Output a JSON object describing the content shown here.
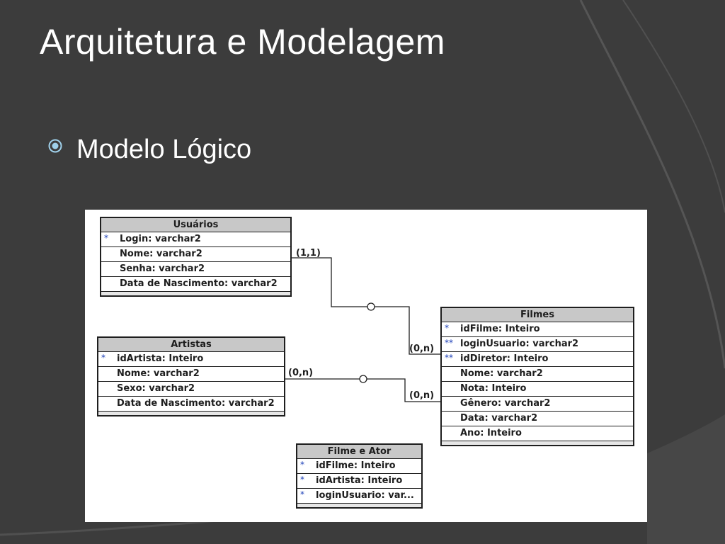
{
  "slide": {
    "title": "Arquitetura e Modelagem",
    "bullet_text": "Modelo Lógico"
  },
  "entities": {
    "usuarios": {
      "name": "Usuários",
      "rows": [
        {
          "key": "*",
          "text": "Login: varchar2"
        },
        {
          "key": "",
          "text": "Nome: varchar2"
        },
        {
          "key": "",
          "text": "Senha: varchar2"
        },
        {
          "key": "",
          "text": "Data de Nascimento: varchar2"
        }
      ]
    },
    "artistas": {
      "name": "Artistas",
      "rows": [
        {
          "key": "*",
          "text": "idArtista: Inteiro"
        },
        {
          "key": "",
          "text": "Nome: varchar2"
        },
        {
          "key": "",
          "text": "Sexo: varchar2"
        },
        {
          "key": "",
          "text": "Data de Nascimento: varchar2"
        }
      ]
    },
    "filmes": {
      "name": "Filmes",
      "rows": [
        {
          "key": "*",
          "text": "idFilme: Inteiro"
        },
        {
          "key": "**",
          "text": "loginUsuario: varchar2"
        },
        {
          "key": "**",
          "text": "idDiretor: Inteiro"
        },
        {
          "key": "",
          "text": "Nome: varchar2"
        },
        {
          "key": "",
          "text": "Nota: Inteiro"
        },
        {
          "key": "",
          "text": "Gênero: varchar2"
        },
        {
          "key": "",
          "text": "Data: varchar2"
        },
        {
          "key": "",
          "text": "Ano: Inteiro"
        }
      ]
    },
    "filme_ator": {
      "name": "Filme e Ator",
      "rows": [
        {
          "key": "*",
          "text": "idFilme: Inteiro"
        },
        {
          "key": "*",
          "text": "idArtista: Inteiro"
        },
        {
          "key": "*",
          "text": "loginUsuario: var..."
        }
      ]
    }
  },
  "relationships": {
    "usuarios_filmes": {
      "from_card": "(1,1)",
      "to_card": "(0,n)"
    },
    "artistas_filmes": {
      "from_card": "(0,n)",
      "to_card": "(0,n)"
    }
  },
  "colors": {
    "background": "#3c3c3c",
    "panel": "#ffffff",
    "header_fill": "#c8c8c8",
    "key_marker": "#1c3fb8",
    "text": "#1e1e1e"
  }
}
